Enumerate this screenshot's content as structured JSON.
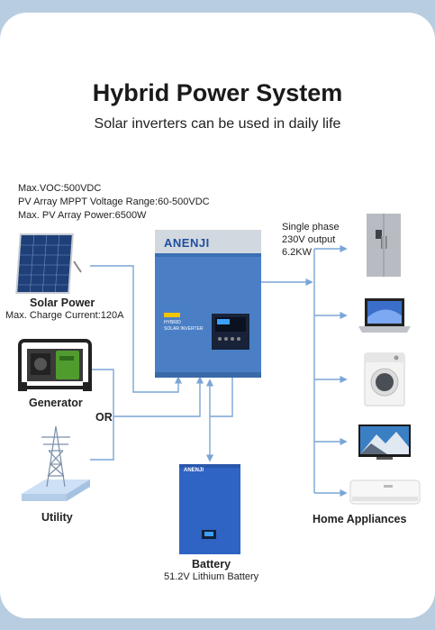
{
  "header": {
    "title": "Hybrid Power System",
    "subtitle": "Solar inverters can be used in daily life"
  },
  "specs": {
    "voc": "Max.VOC:500VDC",
    "mppt_range": "PV Array MPPT Voltage Range:60-500VDC",
    "pv_power": "Max. PV Array Power:6500W"
  },
  "sources": {
    "solar": {
      "label": "Solar Power",
      "detail": "Max. Charge Current:120A"
    },
    "generator": {
      "label": "Generator"
    },
    "or_text": "OR",
    "utility": {
      "label": "Utility"
    }
  },
  "inverter": {
    "brand": "ANENJI",
    "model_tag": "HYBRID",
    "model_text": "SOLAR INVERTER"
  },
  "output": {
    "phase": "Single phase",
    "voltage": "230V output",
    "power": "6.2KW"
  },
  "battery": {
    "label": "Battery",
    "detail": "51.2V Lithium Battery",
    "brand": "ANENJI"
  },
  "appliances": {
    "label": "Home Appliances",
    "items": [
      "refrigerator",
      "laptop",
      "washing-machine",
      "television",
      "air-conditioner"
    ]
  },
  "colors": {
    "line": "#7aa6d6",
    "inverter_body": "#4a7fc6",
    "inverter_top": "#cfd6de",
    "battery_body": "#2f63c4",
    "background": "#b9cde0"
  }
}
